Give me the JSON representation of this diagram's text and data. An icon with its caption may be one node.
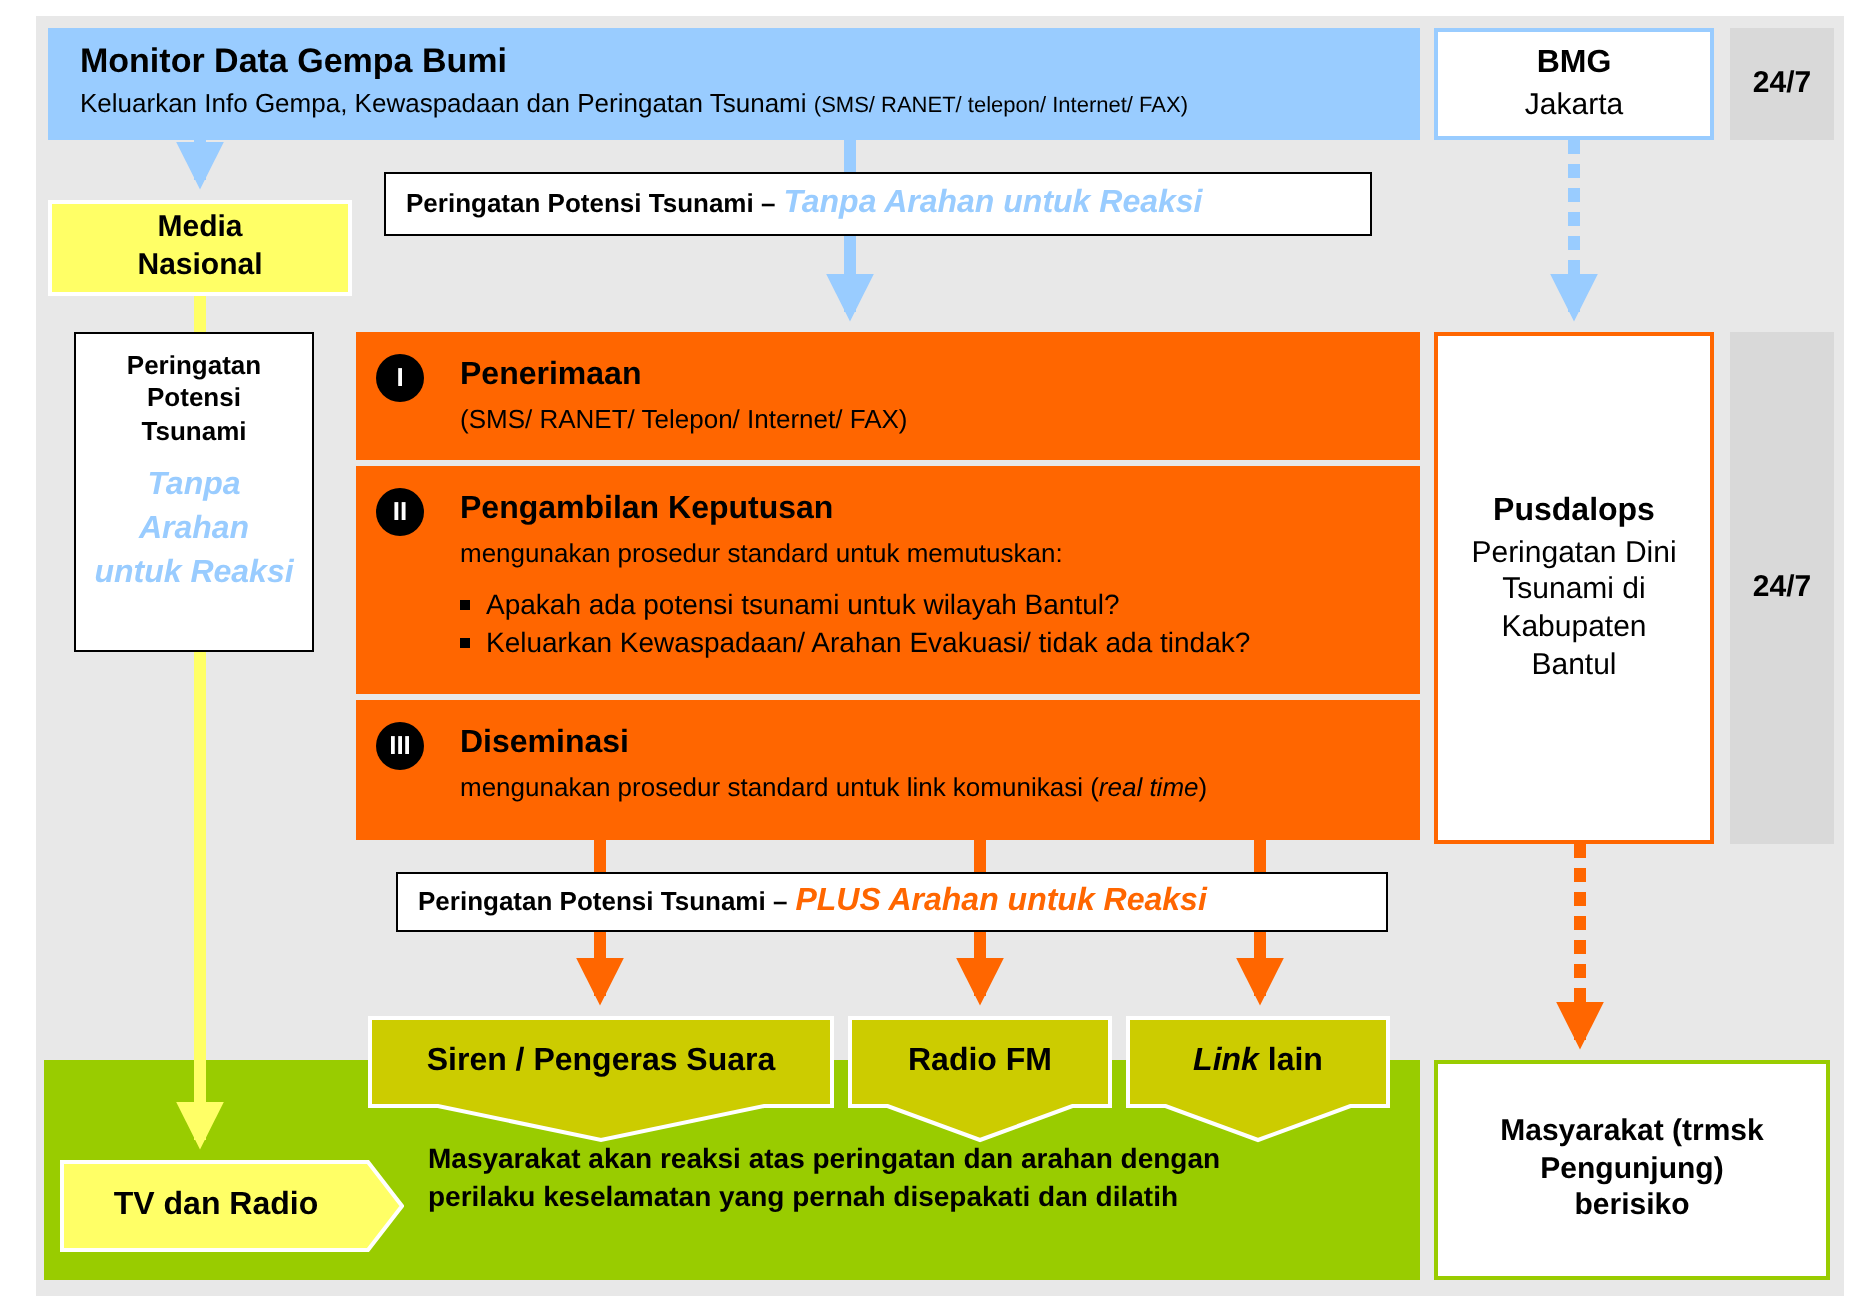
{
  "diagram": {
    "nodes": [
      {
        "text": [
          "Monitor Data Gempa Bumi",
          "Keluarkan Info Gempa, Kewaspadaan dan Peringatan Tsunami",
          "(SMS/ RANET/ telepon/ Internet/ FAX)"
        ]
      },
      {
        "text": [
          "BMG",
          "Jakarta"
        ]
      },
      {
        "text": [
          "24/7"
        ]
      },
      {
        "text": [
          "Media Nasional"
        ]
      },
      {
        "text": [
          "Peringatan Potensi Tsunami –",
          "Tanpa Arahan untuk Reaksi"
        ]
      },
      {
        "text": [
          "Peringatan Potensi Tsunami",
          "Tanpa Arahan untuk Reaksi"
        ]
      },
      {
        "text": [
          "I",
          "Penerimaan",
          "(SMS/ RANET/ Telepon/ Internet/ FAX)"
        ]
      },
      {
        "text": [
          "II",
          "Pengambilan Keputusan",
          "mengunakan prosedur standard untuk memutuskan:",
          "Apakah ada potensi tsunami untuk wilayah Bantul?",
          "Keluarkan Kewaspadaan/ Arahan Evakuasi/ tidak ada tindak?"
        ]
      },
      {
        "text": [
          "III",
          "Diseminasi",
          "mengunakan prosedur standard untuk link komunikasi (*real time*)"
        ]
      },
      {
        "text": [
          "Pusdalops",
          "Peringatan Dini Tsunami di Kabupaten Bantul"
        ]
      },
      {
        "text": [
          "24/7"
        ]
      },
      {
        "text": [
          "Peringatan Potensi Tsunami –",
          "PLUS Arahan untuk Reaksi"
        ]
      },
      {
        "text": [
          "Masyarakat akan reaksi atas peringatan dan arahan dengan perilaku keselamatan yang pernah disepakati dan dilatih"
        ]
      },
      {
        "text": [
          "Siren / Pengeras Suara"
        ]
      },
      {
        "text": [
          "Radio FM"
        ]
      },
      {
        "text": [
          "*Link* lain"
        ]
      },
      {
        "text": [
          "TV dan Radio"
        ],
        "in": 12
      },
      {
        "text": [
          "Masyarakat (trmsk Pengunjung) berisiko"
        ]
      }
    ],
    "edges": [
      {
        "from": 0,
        "to": 3,
        "arrow": "to",
        "color": "#99ccff"
      },
      {
        "from": 0,
        "to": 4,
        "arrow": "none",
        "color": "#99ccff"
      },
      {
        "from": 4,
        "to": 6,
        "arrow": "to",
        "color": "#99ccff"
      },
      {
        "from": 1,
        "to": 9,
        "arrow": "to",
        "style": "dashed",
        "color": "#99ccff"
      },
      {
        "from": 3,
        "to": 5,
        "arrow": "none",
        "color": "#ffff66"
      },
      {
        "from": 5,
        "to": 16,
        "arrow": "to",
        "color": "#ffff66"
      },
      {
        "from": 8,
        "to": 11,
        "arrow": "none"
      },
      {
        "from": 8,
        "to": 11,
        "arrow": "none"
      },
      {
        "from": 8,
        "to": 11,
        "arrow": "none"
      },
      {
        "from": 11,
        "to": 13,
        "arrow": "to"
      },
      {
        "from": 11,
        "to": 14,
        "arrow": "to"
      },
      {
        "from": 11,
        "to": 15,
        "arrow": "to"
      },
      {
        "from": 9,
        "to": 17,
        "arrow": "to",
        "style": "dashed"
      }
    ]
  }
}
